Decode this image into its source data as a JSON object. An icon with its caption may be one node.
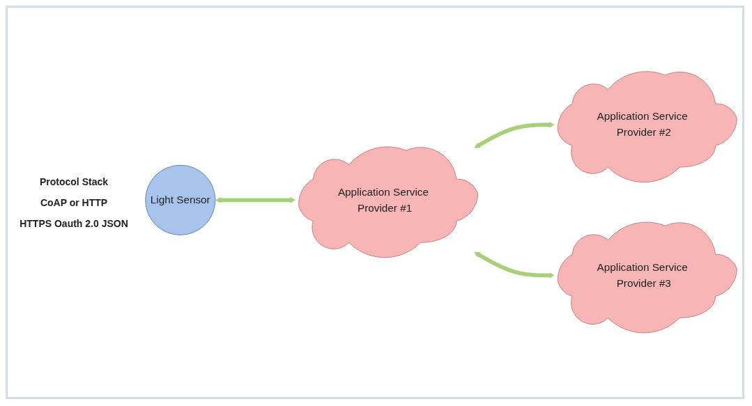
{
  "diagram": {
    "nodes": [
      {
        "text": [
          "Light Sensor"
        ]
      },
      {
        "text": [
          "Application Service Provider #1"
        ]
      },
      {
        "text": [
          "Application Service Provider #2"
        ]
      },
      {
        "text": [
          "Application Service Provider #3"
        ]
      }
    ],
    "edges": [
      {
        "from": 0,
        "to": 1,
        "arrow": "both"
      },
      {
        "from": 1,
        "to": 2,
        "arrow": "both"
      },
      {
        "from": 1,
        "to": 3,
        "arrow": "both"
      }
    ],
    "labels": [
      "Protocol Stack",
      "CoAP or HTTP",
      "HTTPS Oauth 2.0 JSON"
    ]
  }
}
